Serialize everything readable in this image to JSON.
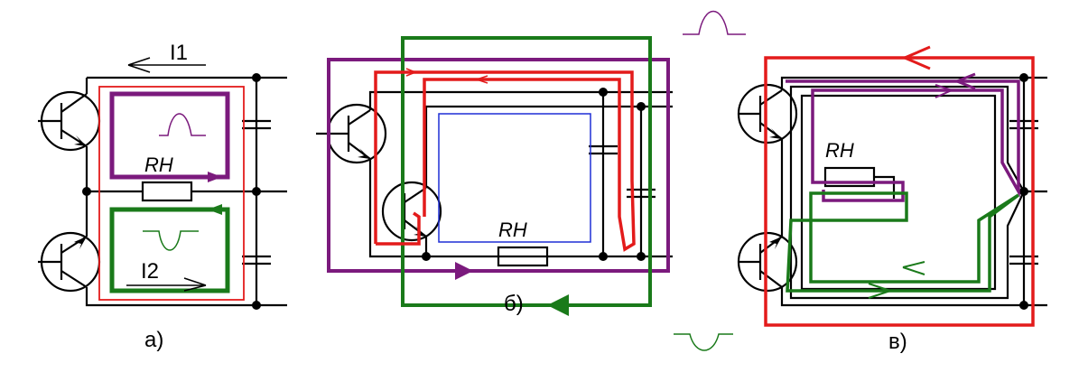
{
  "panels": {
    "a": {
      "caption": "а)",
      "resistor": "RH",
      "current_top": "I1",
      "current_bottom": "I2"
    },
    "b": {
      "caption": "б)",
      "resistor": "RH"
    },
    "c": {
      "caption": "в)",
      "resistor": "RH"
    }
  },
  "colors": {
    "wire": "#000000",
    "purple": "#7b1a7d",
    "green": "#1a7a1a",
    "red": "#e31b1b",
    "blue": "#1f2fd6"
  }
}
